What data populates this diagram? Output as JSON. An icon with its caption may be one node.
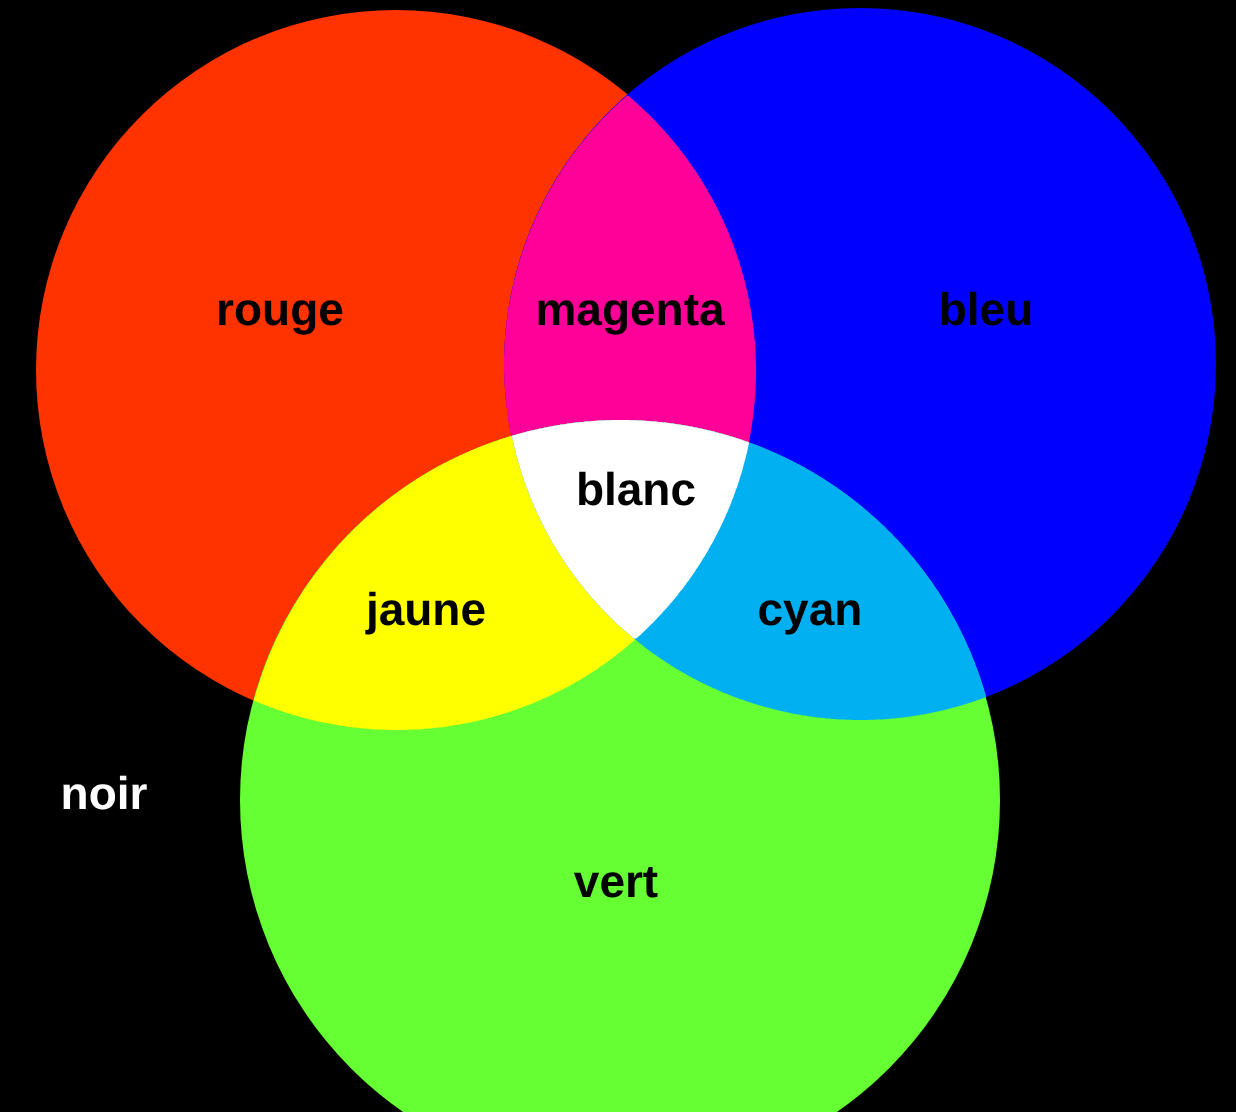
{
  "diagram": {
    "nodes": [
      {
        "text": [
          "rouge"
        ]
      },
      {
        "text": [
          "magenta"
        ]
      },
      {
        "text": [
          "bleu"
        ]
      },
      {
        "text": [
          "blanc"
        ]
      },
      {
        "text": [
          "jaune"
        ]
      },
      {
        "text": [
          "cyan"
        ]
      },
      {
        "text": [
          "vert"
        ]
      }
    ],
    "labels": [
      "noir"
    ]
  }
}
